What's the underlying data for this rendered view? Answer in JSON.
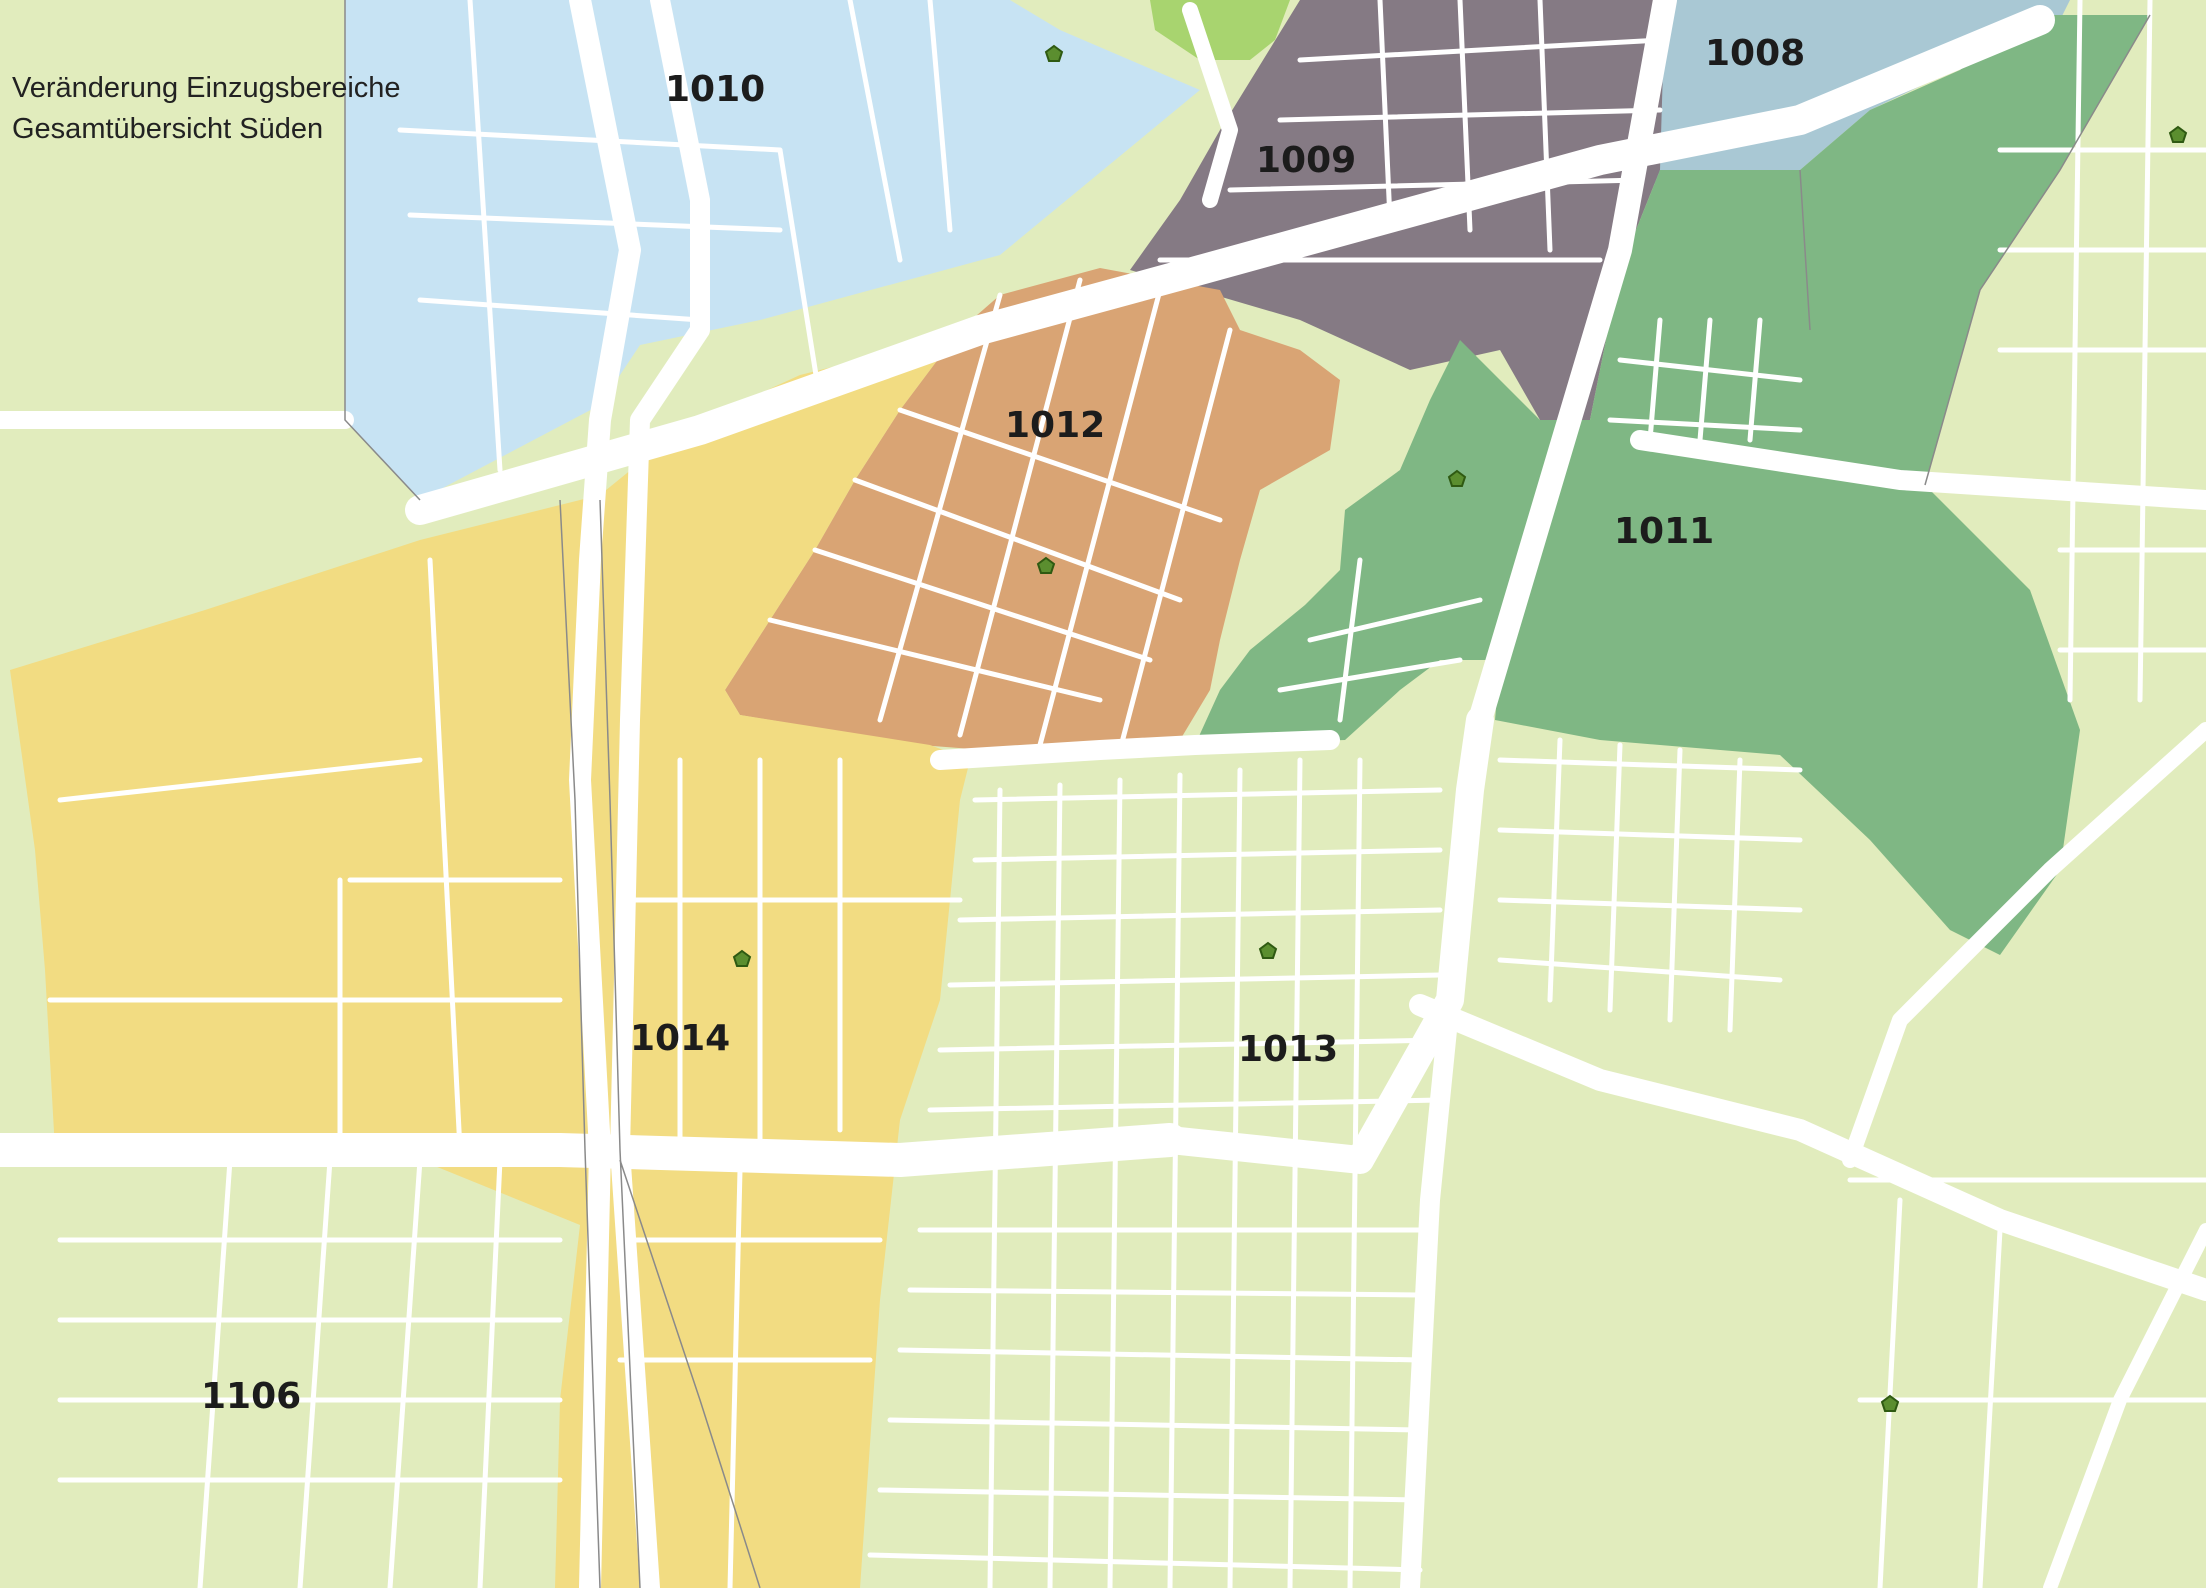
{
  "title": {
    "line1": "Veränderung Einzugsbereiche",
    "line2": "Gesamtübersicht Süden"
  },
  "districts": [
    {
      "id": "1008",
      "label": "1008",
      "color": "#a9c8d4"
    },
    {
      "id": "1009",
      "label": "1009",
      "color": "#857a84"
    },
    {
      "id": "1010",
      "label": "1010",
      "color": "#c7e3f3"
    },
    {
      "id": "1011",
      "label": "1011",
      "color": "#7fb784"
    },
    {
      "id": "1012",
      "label": "1012",
      "color": "#d9a474"
    },
    {
      "id": "1013",
      "label": "1013",
      "color": "#e1ecbd"
    },
    {
      "id": "1014",
      "label": "1014",
      "color": "#f2dc82"
    },
    {
      "id": "1106",
      "label": "1106",
      "color": "#e1ecbd"
    }
  ],
  "colors": {
    "road": "#ffffff",
    "border": "#8a8a8a",
    "facility_marker": "#5b8e2f",
    "light_green_patch": "#a8d46f"
  },
  "icons": {
    "facility": "green-pentagon-icon"
  }
}
